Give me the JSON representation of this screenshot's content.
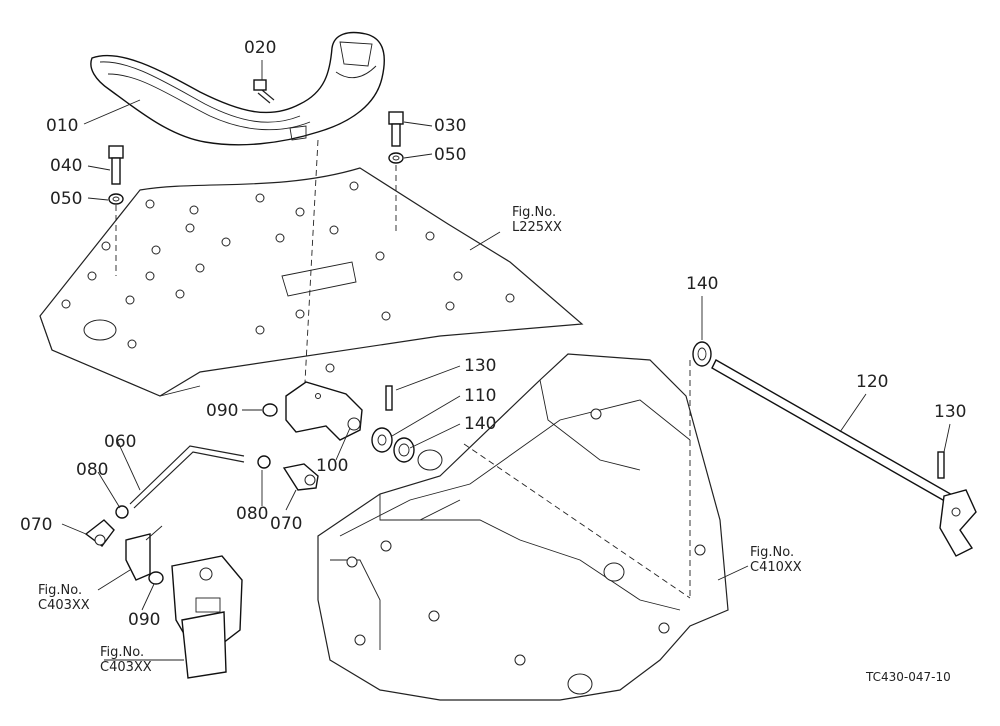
{
  "callouts": {
    "p010": "010",
    "p020": "020",
    "p030": "030",
    "p040": "040",
    "p050a": "050",
    "p050b": "050",
    "p060": "060",
    "p070a": "070",
    "p070b": "070",
    "p080a": "080",
    "p080b": "080",
    "p090a": "090",
    "p090b": "090",
    "p100": "100",
    "p110": "110",
    "p120": "120",
    "p130a": "130",
    "p130b": "130",
    "p140a": "140",
    "p140b": "140"
  },
  "figure_refs": {
    "l225": {
      "label": "Fig.No.",
      "code": "L225XX"
    },
    "c410": {
      "label": "Fig.No.",
      "code": "C410XX"
    },
    "c403a": {
      "label": "Fig.No.",
      "code": "C403XX"
    },
    "c403b": {
      "label": "Fig.No.",
      "code": "C403XX"
    }
  },
  "drawing_code": "TC430-047-10"
}
